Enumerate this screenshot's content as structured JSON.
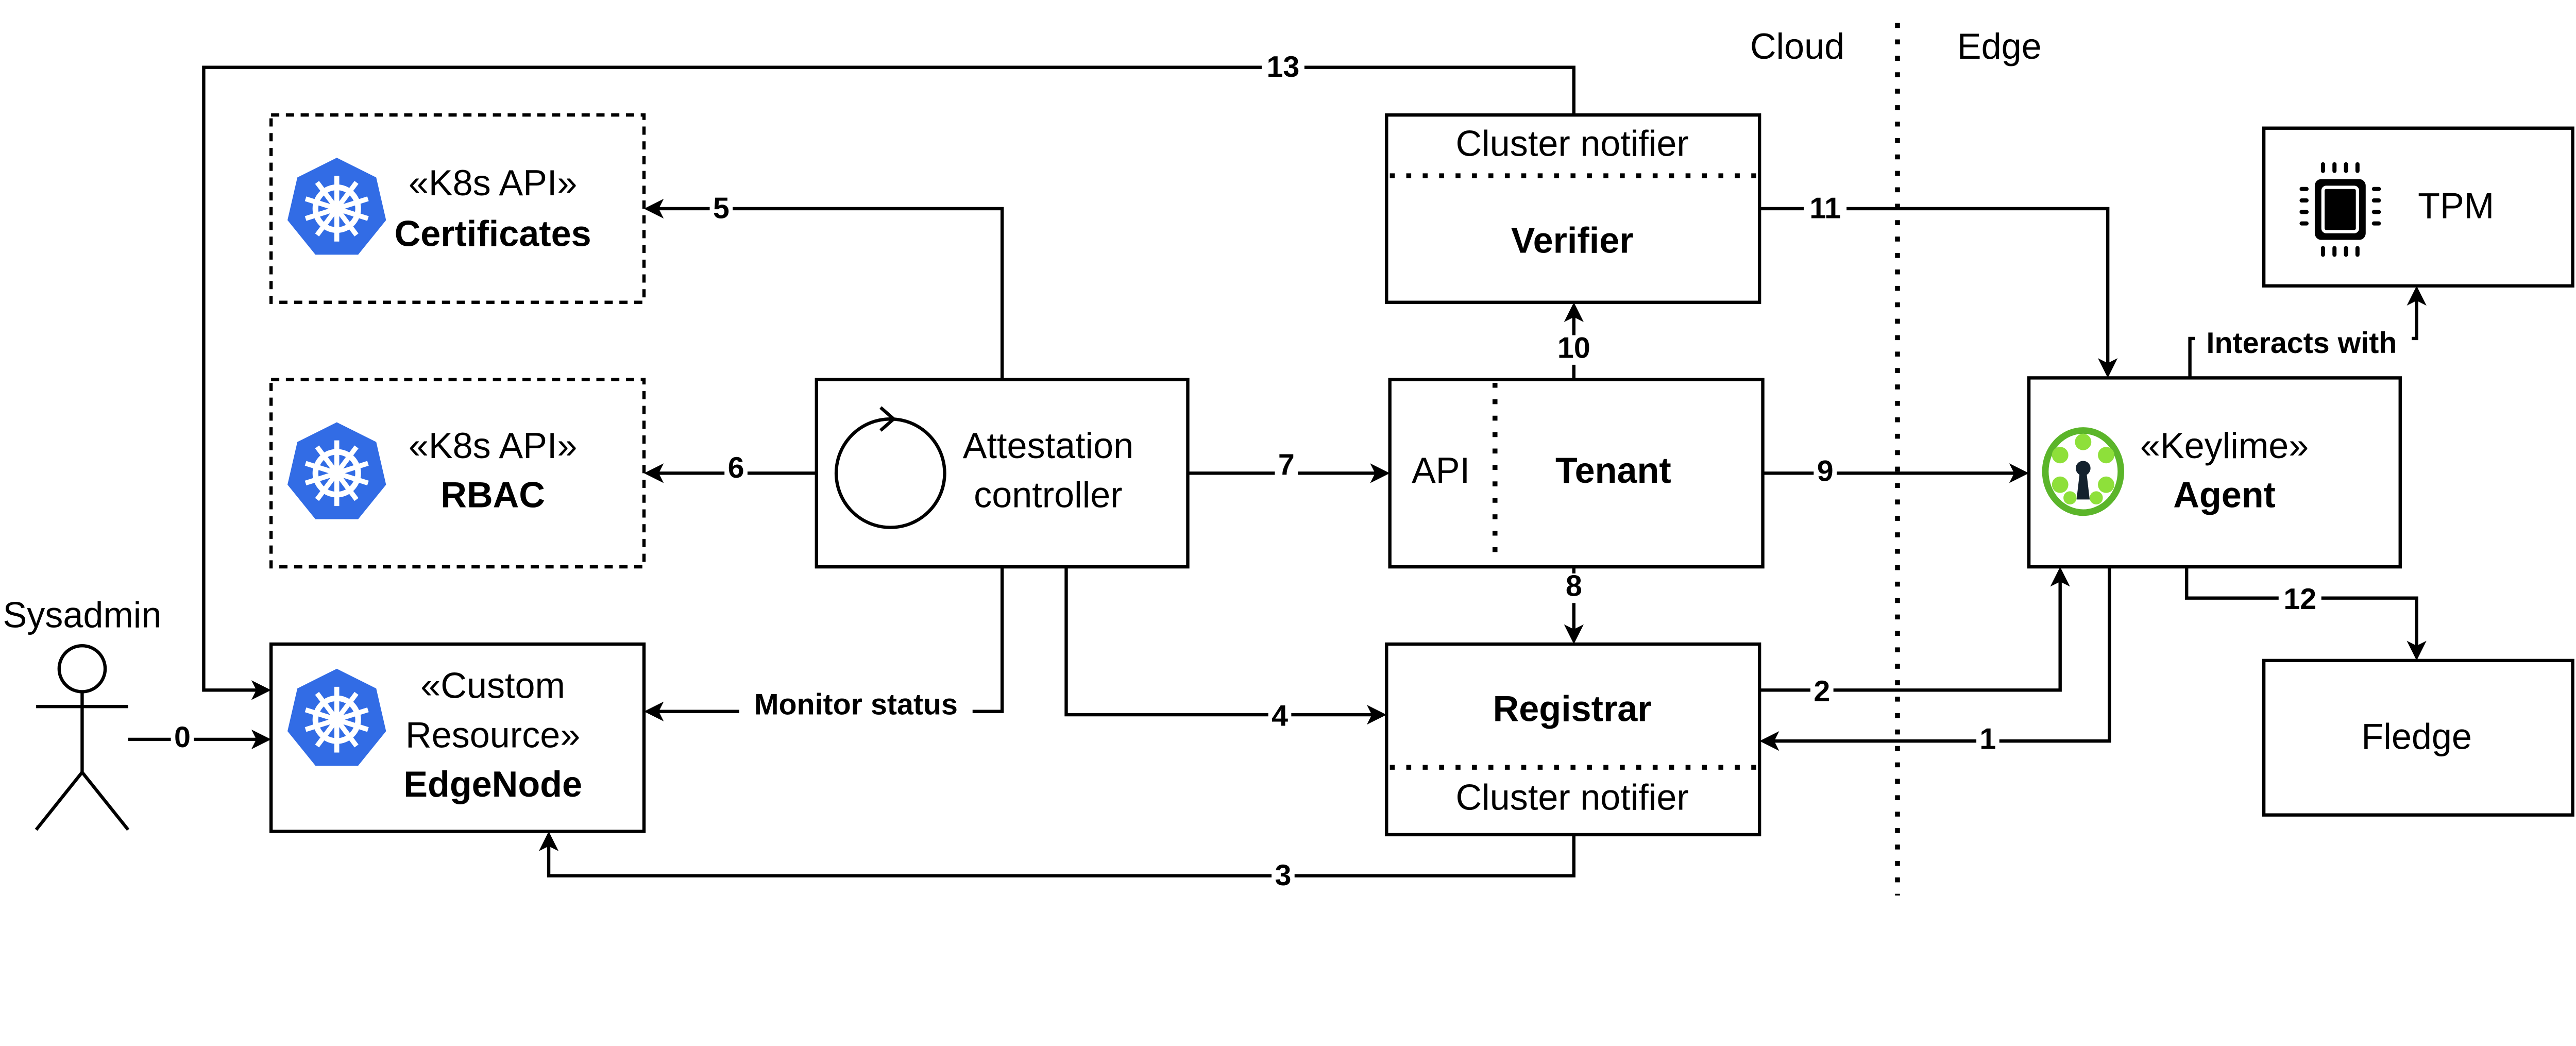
{
  "zones": {
    "cloud": "Cloud",
    "edge": "Edge"
  },
  "actor": {
    "label": "Sysadmin"
  },
  "nodes": {
    "certificates": {
      "stereotype": "«K8s API»",
      "name": "Certificates",
      "icon": "kubernetes-icon"
    },
    "rbac": {
      "stereotype": "«K8s API»",
      "name": "RBAC",
      "icon": "kubernetes-icon"
    },
    "edgenode": {
      "stereotype_line1": "«Custom",
      "stereotype_line2": "Resource»",
      "name": "EdgeNode",
      "icon": "kubernetes-icon"
    },
    "attestation": {
      "line1": "Attestation",
      "line2": "controller",
      "icon": "loop-icon"
    },
    "verifier": {
      "section": "Cluster notifier",
      "name": "Verifier"
    },
    "tenant": {
      "section": "API",
      "name": "Tenant"
    },
    "registrar": {
      "name": "Registrar",
      "section": "Cluster notifier"
    },
    "agent": {
      "stereotype": "«Keylime»",
      "name": "Agent",
      "icon": "keylime-icon"
    },
    "tpm": {
      "name": "TPM",
      "icon": "chip-icon"
    },
    "fledge": {
      "name": "Fledge"
    }
  },
  "edges": {
    "e0": "0",
    "e1": "1",
    "e2": "2",
    "e3": "3",
    "e4": "4",
    "e5": "5",
    "e6": "6",
    "e7": "7",
    "e8": "8",
    "e9": "9",
    "e10": "10",
    "e11": "11",
    "e12": "12",
    "e13": "13",
    "monitor": "Monitor status",
    "interacts": "Interacts with"
  },
  "colors": {
    "kubernetes": "#326CE5",
    "keylime_green": "#5BB52A",
    "keylime_light": "#8EE03A",
    "keyhole": "#14222E"
  }
}
